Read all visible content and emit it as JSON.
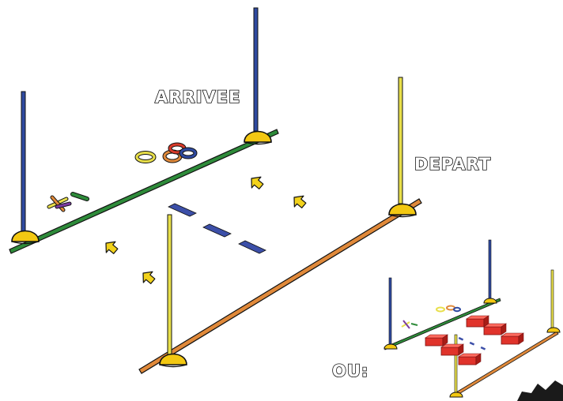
{
  "labels": {
    "finish": "ARRIVEE",
    "start": "DEPART",
    "alternative": "OU:"
  },
  "icons": {
    "pole": "pole-icon",
    "cone": "cone-base-icon",
    "arrow": "arrow-icon",
    "ring": "ring-icon",
    "stick": "stick-icon",
    "marker": "floor-marker-icon",
    "hurdle_block": "hurdle-block-icon"
  },
  "colors": {
    "blue_pole": "#2f4aa0",
    "yellow_pole": "#e8df4a",
    "cone": "#f3c812",
    "finish_line": "#2e8b3a",
    "start_line": "#e0893a",
    "arrow": "#f2d21b",
    "marker": "#3c4fa8",
    "block": "#e0332b"
  }
}
